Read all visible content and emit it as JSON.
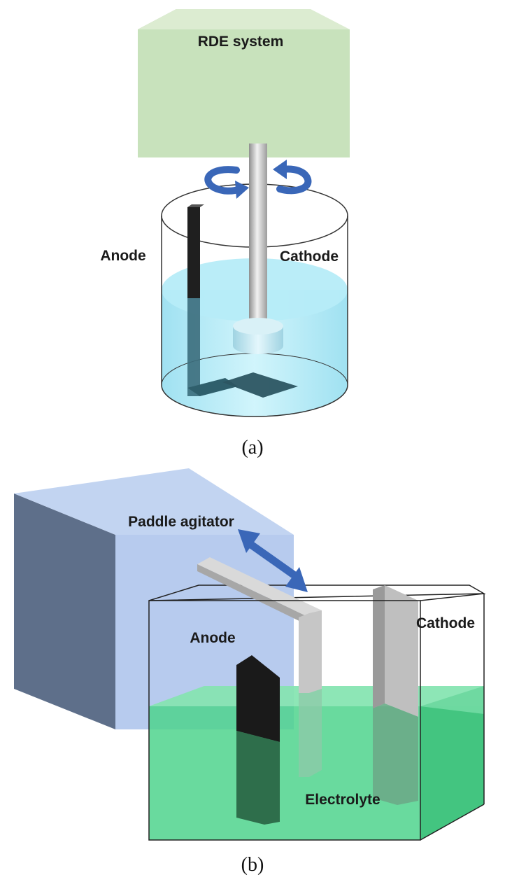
{
  "panel_a": {
    "caption": "(a)",
    "rde_label": "RDE system",
    "anode_label": "Anode",
    "cathode_label": "Cathode"
  },
  "panel_b": {
    "caption": "(b)",
    "agitator_label": "Paddle agitator",
    "anode_label": "Anode",
    "cathode_label": "Cathode",
    "electrolyte_label": "Electrolyte"
  },
  "colors": {
    "rde_box": "#c8e2bc",
    "solution_a": "#a8e6f4",
    "agitator_box": "#b7cbee",
    "electrolyte": "#4fd38d",
    "arrow": "#3a67b8",
    "anode": "#222222",
    "cathode_metal": "#9a9a9a"
  }
}
